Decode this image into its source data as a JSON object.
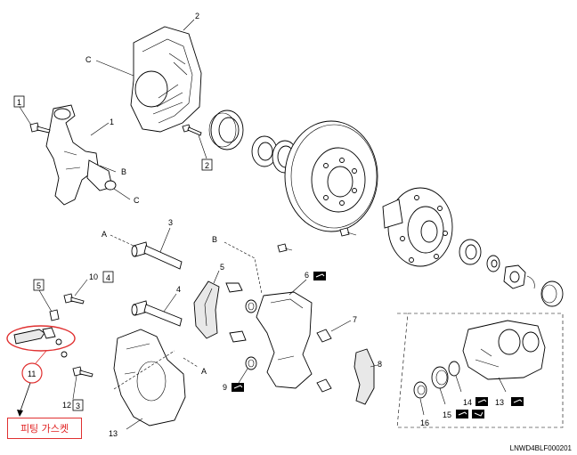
{
  "callouts": {
    "n1": "1",
    "n2": "2",
    "n3": "3",
    "n4": "4",
    "n5": "5",
    "n6": "6",
    "n7": "7",
    "n8": "8",
    "n9": "9",
    "n10": "10",
    "n11": "11",
    "n12": "12",
    "n13": "13",
    "n14": "14",
    "n15": "15",
    "n16": "16",
    "n13b": "13",
    "b1": "1",
    "b2": "2",
    "b3": "3",
    "b4": "4",
    "b5": "5"
  },
  "refs": {
    "a": "A",
    "b": "B",
    "c": "C"
  },
  "note": {
    "text": "피팅 가스켓"
  },
  "code": {
    "text": "LNWD4BLF000201"
  },
  "colors": {
    "highlight": "#e03030",
    "line": "#000000"
  },
  "icons": [
    "grease-icon",
    "lubricant-icon"
  ]
}
